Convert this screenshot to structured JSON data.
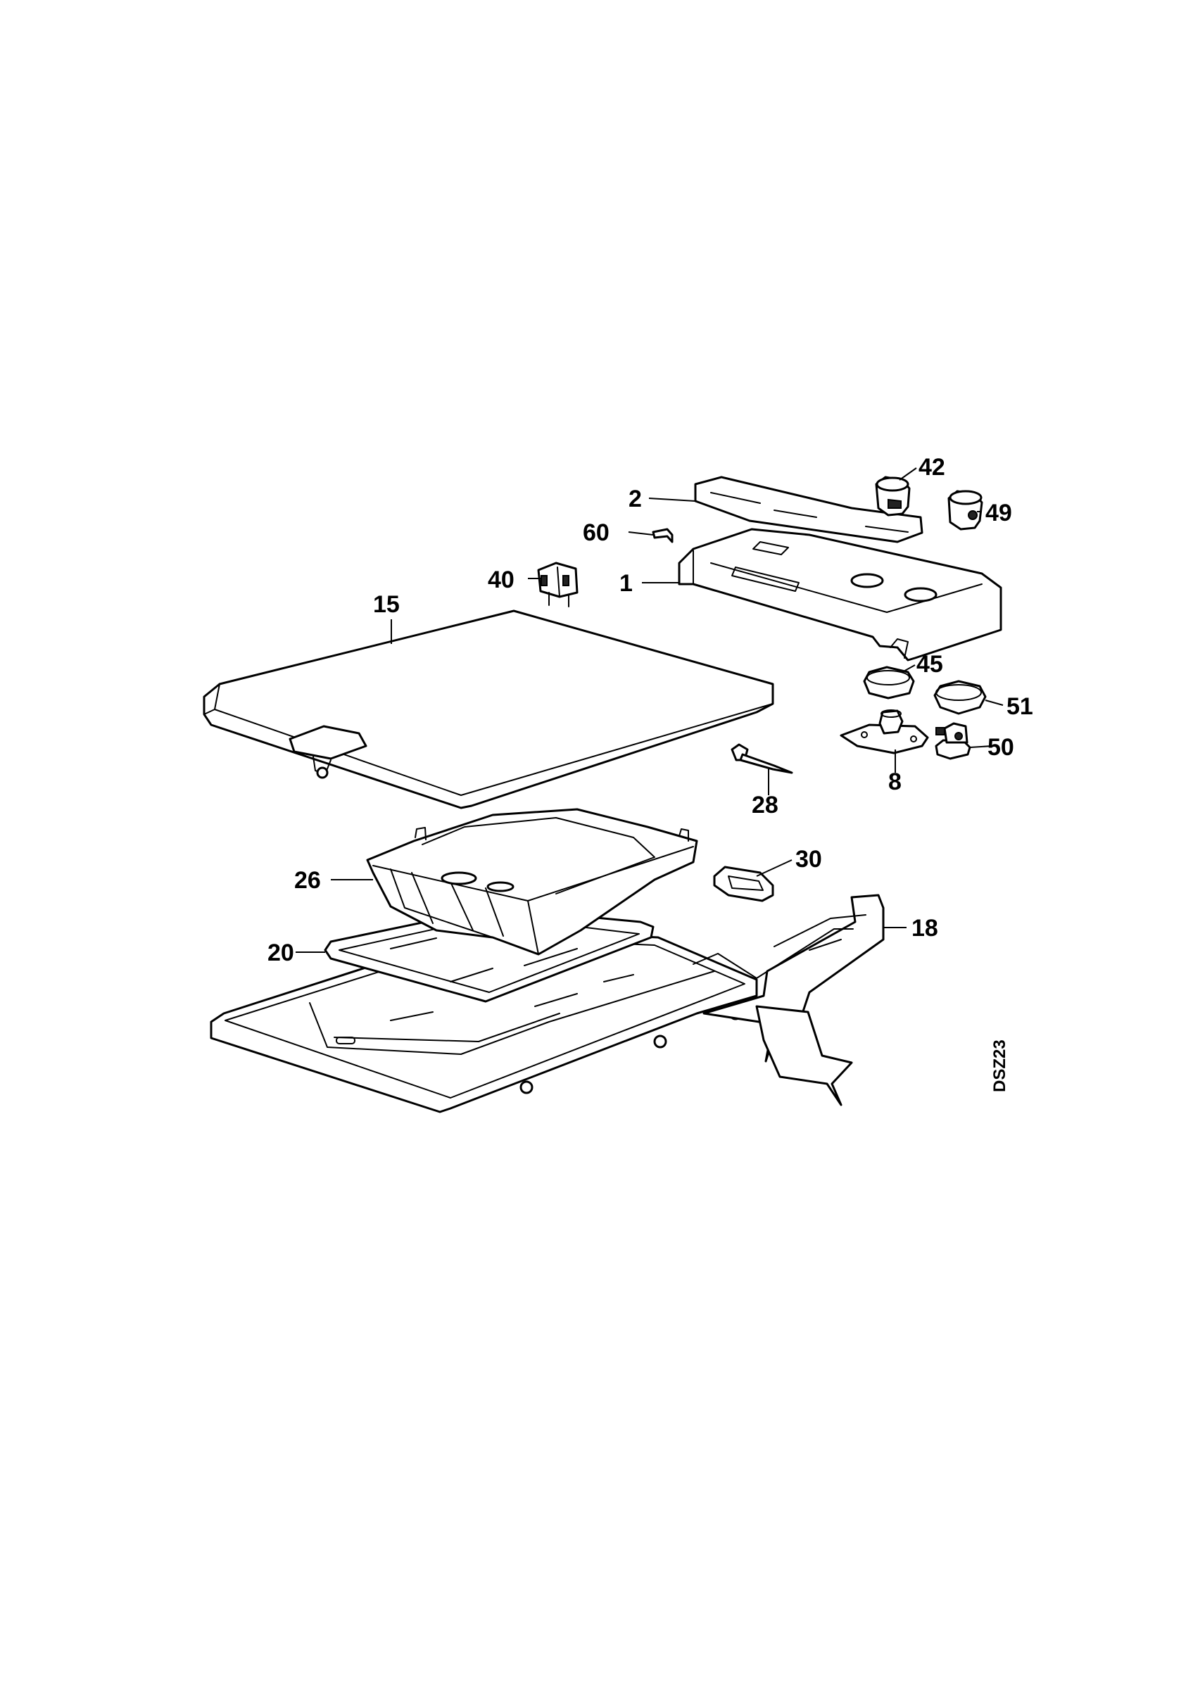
{
  "diagram": {
    "code": "DSZ23",
    "callouts": {
      "c42": "42",
      "c2": "2",
      "c49": "49",
      "c60": "60",
      "c40": "40",
      "c1": "1",
      "c15": "15",
      "c45": "45",
      "c51": "51",
      "c50": "50",
      "c8": "8",
      "c28": "28",
      "c30": "30",
      "c26": "26",
      "c18": "18",
      "c20": "20"
    }
  }
}
